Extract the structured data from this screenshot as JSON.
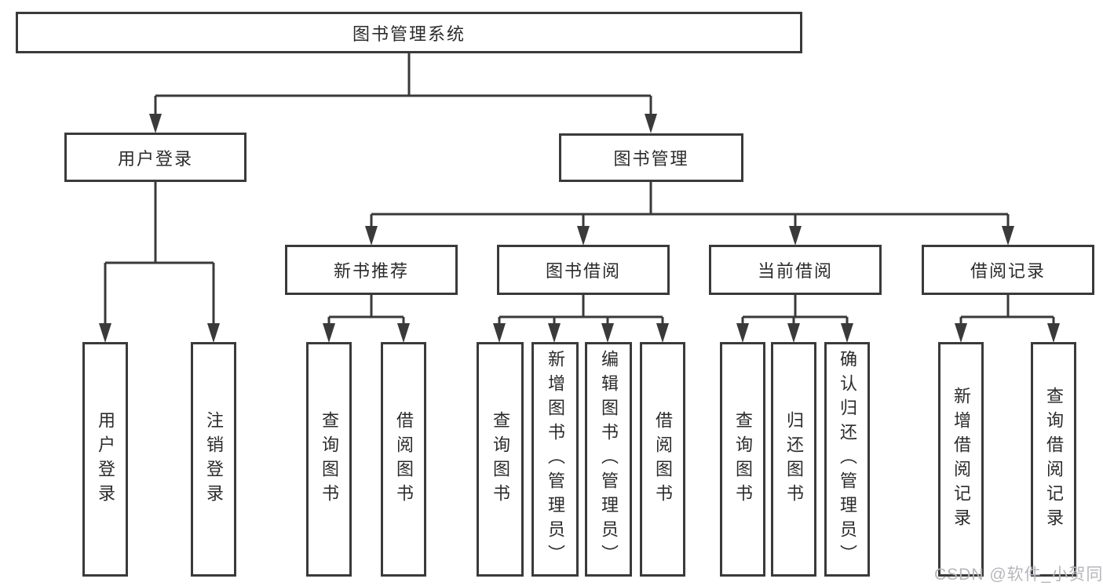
{
  "colors": {
    "line": "#3a3a3a",
    "text": "#2b2b2b",
    "watermark": "#b6b6bc",
    "background": "#ffffff"
  },
  "watermark": "CSDN @软件_小贺同学",
  "tree": {
    "label": "图书管理系统",
    "children": [
      {
        "label": "用户登录",
        "children": [
          {
            "label": "用户登录"
          },
          {
            "label": "注销登录"
          }
        ]
      },
      {
        "label": "图书管理",
        "children": [
          {
            "label": "新书推荐",
            "children": [
              {
                "label": "查询图书"
              },
              {
                "label": "借阅图书"
              }
            ]
          },
          {
            "label": "图书借阅",
            "children": [
              {
                "label": "查询图书"
              },
              {
                "label": "新增图书（管理员）"
              },
              {
                "label": "编辑图书（管理员）"
              },
              {
                "label": "借阅图书"
              }
            ]
          },
          {
            "label": "当前借阅",
            "children": [
              {
                "label": "查询图书"
              },
              {
                "label": "归还图书"
              },
              {
                "label": "确认归还（管理员）"
              }
            ]
          },
          {
            "label": "借阅记录",
            "children": [
              {
                "label": "新增借阅记录"
              },
              {
                "label": "查询借阅记录"
              }
            ]
          }
        ]
      }
    ]
  }
}
